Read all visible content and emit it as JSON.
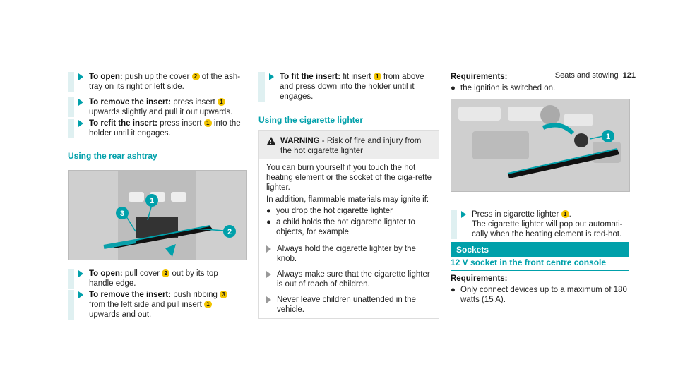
{
  "header": {
    "section": "Seats and stowing",
    "page": "121"
  },
  "col1": {
    "steps": [
      {
        "bold": "To open:",
        "before": " push up the cover ",
        "num": "2",
        "after": " of the ash-tray on its right or left side."
      },
      {
        "bold": "To remove the insert:",
        "before": " press insert ",
        "num": "1",
        "after": " upwards slightly and pull it out upwards."
      },
      {
        "bold": "To refit the insert:",
        "before": " press insert ",
        "num": "1",
        "after": " into the holder until it engages."
      }
    ],
    "rear_title": "Using the rear ashtray",
    "steps2": [
      {
        "bold": "To open:",
        "before": " pull cover ",
        "num": "2",
        "after": " out by its top handle edge."
      },
      {
        "bold": "To remove the insert:",
        "before": " push ribbing ",
        "num": "3",
        "after": " from the left side and pull insert ",
        "num2": "1",
        "after2": " upwards and out."
      }
    ],
    "callouts": [
      "1",
      "2",
      "3"
    ]
  },
  "col2": {
    "step": {
      "bold": "To fit the insert:",
      "before": " fit insert ",
      "num": "1",
      "after": " from above and press down into the holder until it engages."
    },
    "lighter_title": "Using the cigarette lighter",
    "warning": {
      "label": "WARNING",
      "text": " - Risk of fire and injury from the hot cigarette lighter",
      "p1": "You can burn yourself if you touch the hot heating element or the socket of the ciga-rette lighter.",
      "p2": "In addition, flammable materials may ignite if:",
      "bullets": [
        "you drop the hot cigarette lighter",
        "a child holds the hot cigarette lighter to objects, for example"
      ],
      "steps": [
        "Always hold the cigarette lighter by the knob.",
        "Always make sure that the cigarette lighter is out of reach of children.",
        "Never leave children unattended in the vehicle."
      ]
    }
  },
  "col3": {
    "req_label": "Requirements:",
    "req_item": "the ignition is switched on.",
    "step": {
      "before": "Press in cigarette lighter ",
      "num": "1",
      "after": ".",
      "line2": "The cigarette lighter will pop out automati-cally when the heating element is red-hot."
    },
    "sockets_bar": "Sockets",
    "socket_title": "12 V socket in the front centre console",
    "req2_label": "Requirements:",
    "req2_item": "Only connect devices up to a maximum of 180 watts (15 A).",
    "callout": "1"
  }
}
